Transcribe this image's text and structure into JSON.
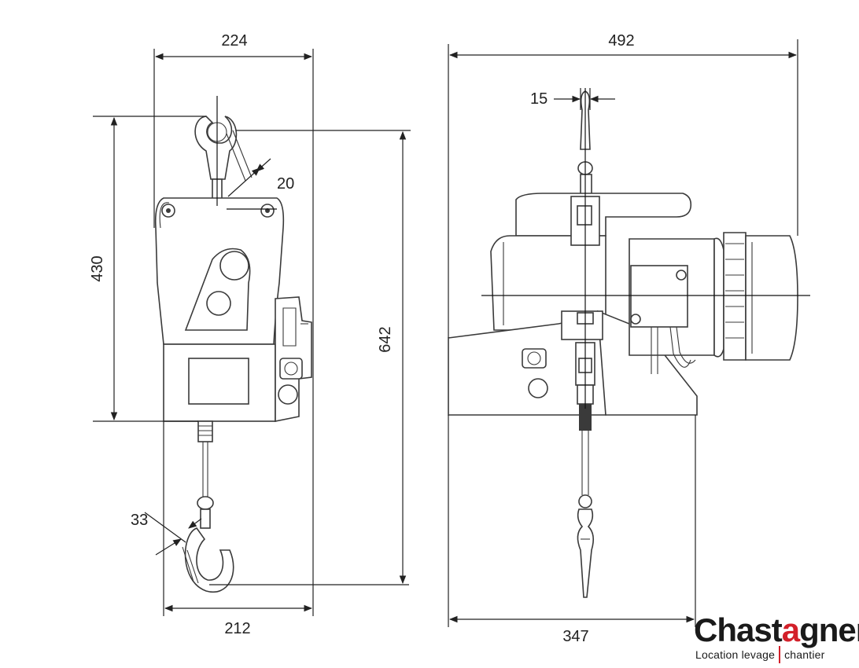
{
  "dimensions": {
    "front_width_top": "224",
    "front_width_bottom": "212",
    "front_body_height": "430",
    "front_total_height": "642",
    "hook_opening_top": "20",
    "hook_opening_bottom": "33",
    "side_total_width": "492",
    "side_base_width": "347",
    "side_rope_width": "15"
  },
  "logo": {
    "brand_start": "Chast",
    "brand_accent": "a",
    "brand_end": "gner",
    "tagline_left": "Location levage",
    "tagline_right": "chantier",
    "accent_color": "#d3202a"
  }
}
